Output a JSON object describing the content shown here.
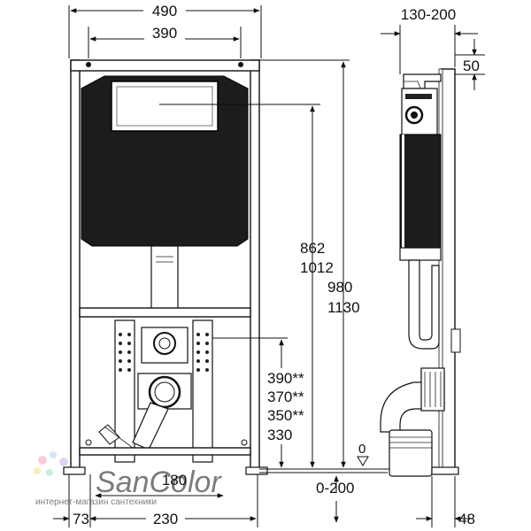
{
  "front_view": {
    "dimensions": {
      "overall_width": "490",
      "hole_spacing": "390",
      "total_height_a": "862",
      "total_height_b": "1012",
      "overall_height_a": "980",
      "overall_height_b": "1130",
      "outlet_height_1": "390**",
      "outlet_height_2": "370**",
      "outlet_height_3": "350**",
      "outlet_height_4": "330",
      "floor_range": "0-200",
      "left_offset": "73",
      "foot_spacing": "230",
      "drain_spacing": "180"
    }
  },
  "side_view": {
    "dimensions": {
      "depth_range": "130-200",
      "top_offset": "50",
      "bottom_depth": "48",
      "floor_symbol": "0"
    }
  },
  "watermark": {
    "brand": "SanColor",
    "tagline": "интернет-магазин сантехники"
  }
}
